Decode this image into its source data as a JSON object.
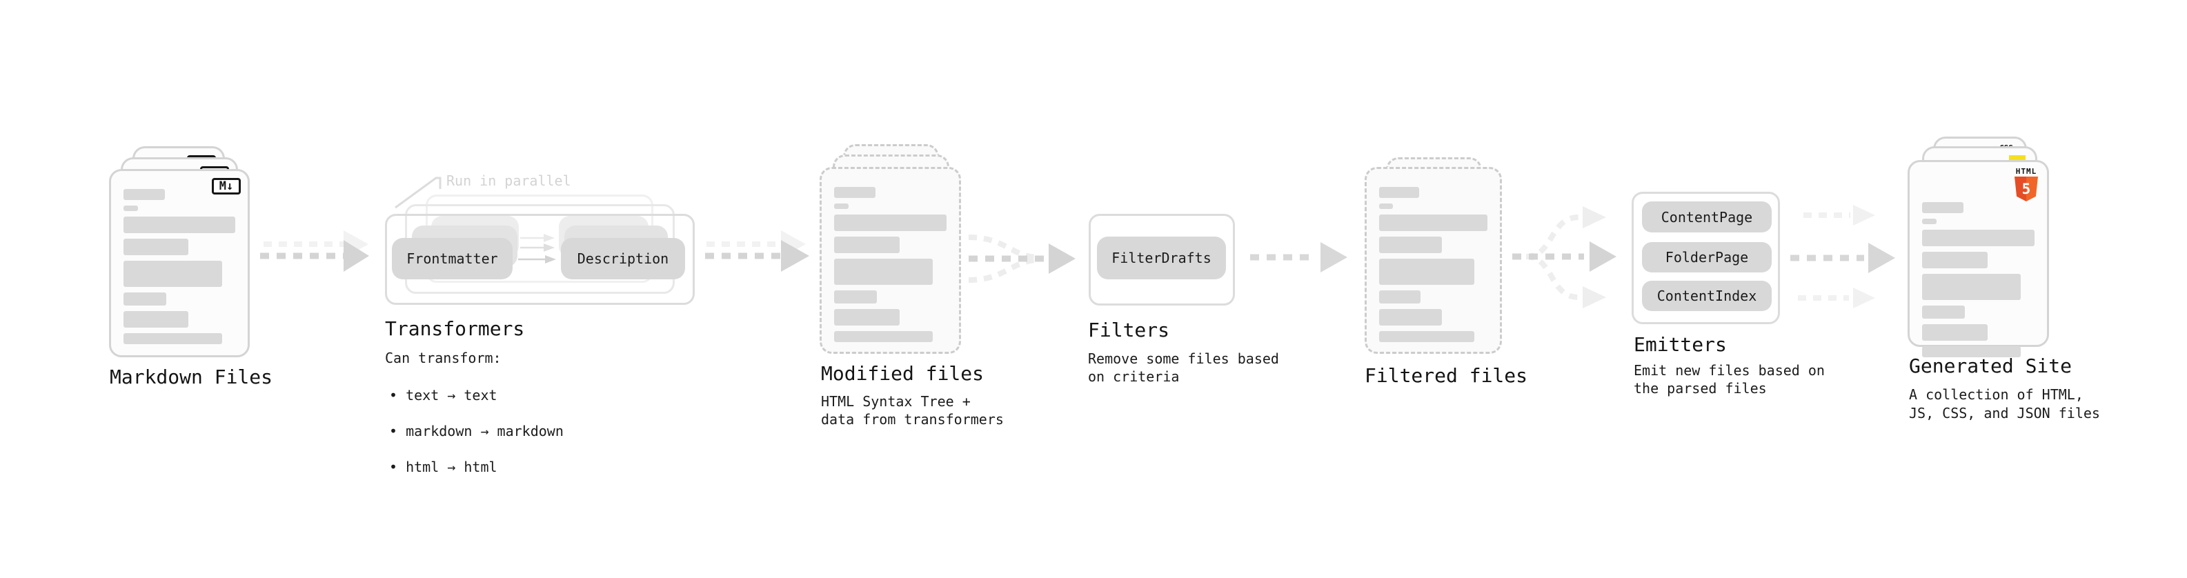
{
  "colors": {
    "bar_gray": "#d9d9d9",
    "pill_gray": "#d8d8d8",
    "arrow_gray": "#d4d4d4",
    "arrow_ghost_gray": "#eeeeee",
    "note_gray": "#d3d3d3",
    "markdown_icon_black": "#161616",
    "html5_orange": "#e44d26",
    "js_yellow": "#f7df1e",
    "css_blue": "#2965f1"
  },
  "stages": {
    "markdown": {
      "label": "Markdown Files",
      "badge": "M↓"
    },
    "transformers": {
      "title": "Transformers",
      "note": "Run in parallel",
      "pills": [
        "Frontmatter",
        "Description"
      ],
      "caption": "Can transform:",
      "bullets": [
        "• text → text",
        "• markdown → markdown",
        "• html → html"
      ]
    },
    "modified": {
      "label": "Modified files",
      "caption": "HTML Syntax Tree +\ndata from transformers"
    },
    "filters": {
      "title": "Filters",
      "pills": [
        "FilterDrafts"
      ],
      "caption": "Remove some files based\non criteria"
    },
    "filtered": {
      "label": "Filtered files"
    },
    "emitters": {
      "title": "Emitters",
      "pills": [
        "ContentPage",
        "FolderPage",
        "ContentIndex"
      ],
      "caption": "Emit new files based on\nthe parsed files"
    },
    "generated": {
      "label": "Generated Site",
      "caption": "A collection of HTML,\nJS, CSS, and JSON files",
      "badges": {
        "css": "CSS",
        "html_label": "HTML",
        "html_number": "5"
      }
    }
  }
}
